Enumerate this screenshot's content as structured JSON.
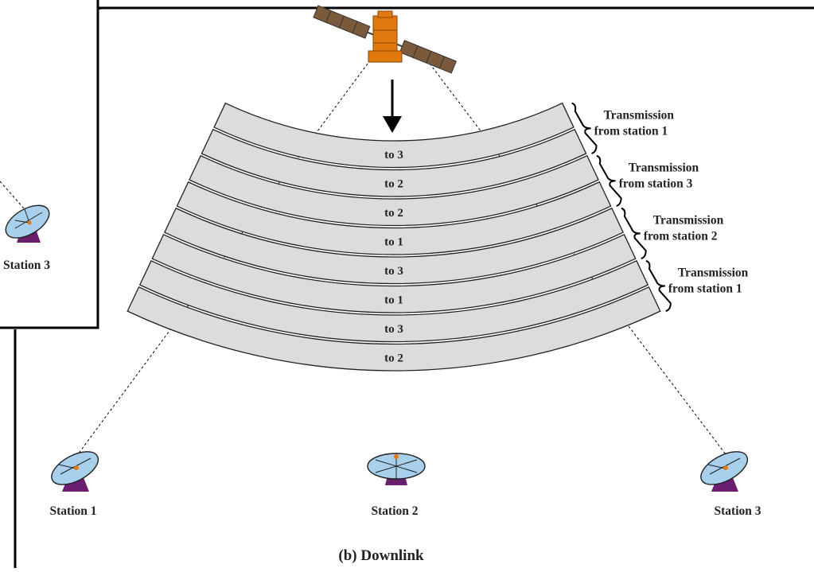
{
  "left_panel": {
    "station_label": "Station 3"
  },
  "bands": [
    {
      "label": "to 3"
    },
    {
      "label": "to 2"
    },
    {
      "label": "to 2"
    },
    {
      "label": "to 1"
    },
    {
      "label": "to 3"
    },
    {
      "label": "to 1"
    },
    {
      "label": "to 3"
    },
    {
      "label": "to 2"
    }
  ],
  "transmissions": [
    {
      "line1": "Transmission",
      "line2": "from station 1"
    },
    {
      "line1": "Transmission",
      "line2": "from station 3"
    },
    {
      "line1": "Transmission",
      "line2": "from station 2"
    },
    {
      "line1": "Transmission",
      "line2": "from station 1"
    }
  ],
  "stations": [
    {
      "label": "Station 1"
    },
    {
      "label": "Station 2"
    },
    {
      "label": "Station 3"
    }
  ],
  "caption": "(b) Downlink",
  "colors": {
    "band_fill": "#dcdcdc",
    "satellite_body": "#e07a10",
    "solar_panel": "#7a5a3a",
    "dish": "#a8d0ec",
    "dish_mount": "#6a1f6e"
  }
}
